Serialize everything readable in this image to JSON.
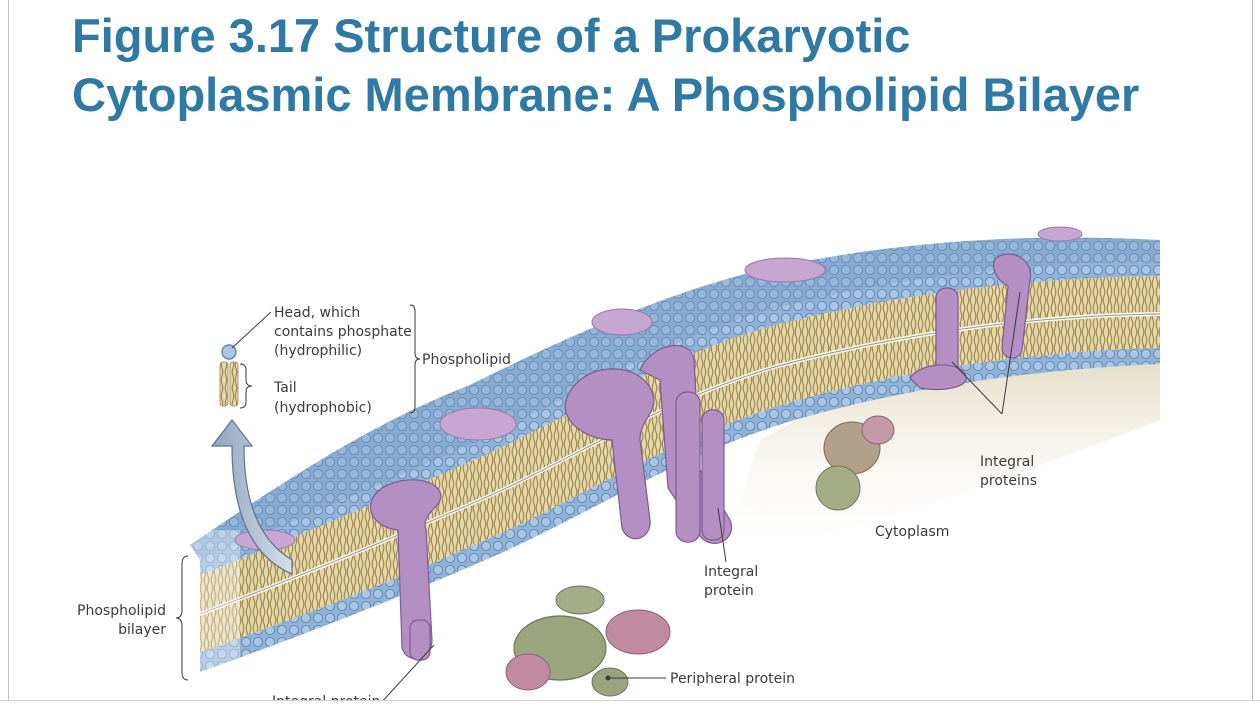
{
  "slide": {
    "title_line1": "Figure 3.17 Structure of a Prokaryotic",
    "title_line2": "Cytoplasmic Membrane: A Phospholipid Bilayer"
  },
  "figure": {
    "labels": {
      "head_line1": "Head, which",
      "head_line2": "contains phosphate",
      "head_line3": "(hydrophilic)",
      "tail_line1": "Tail",
      "tail_line2": "(hydrophobic)",
      "phospholipid": "Phospholipid",
      "bilayer_line1": "Phospholipid",
      "bilayer_line2": "bilayer",
      "integral_protein_center_line1": "Integral",
      "integral_protein_center_line2": "protein",
      "integral_proteins_right_line1": "Integral",
      "integral_proteins_right_line2": "proteins",
      "cytoplasm": "Cytoplasm",
      "peripheral_protein": "Peripheral protein",
      "integral_protein_bottom": "Integral protein"
    },
    "colors": {
      "title": "#2e7aa4",
      "heads_blue": "#7fa6cf",
      "tails_tan": "#d9c88f",
      "protein_purple": "#b48fc4",
      "peripheral_green": "#8f9d74",
      "peripheral_pink": "#b97f95"
    }
  }
}
